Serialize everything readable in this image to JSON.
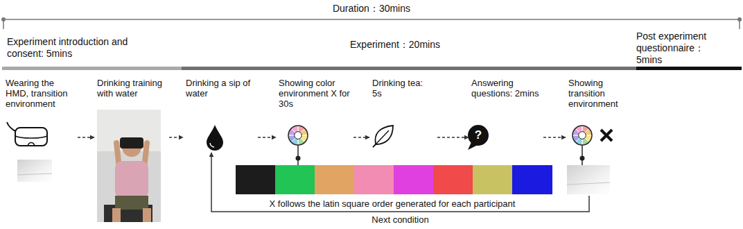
{
  "diagram": {
    "title": "Duration：30mins",
    "nodes": [
      {
        "text": [
          "Wearing the HMD, transition environment"
        ]
      },
      {
        "text": [
          "Drinking training with water"
        ]
      },
      {
        "text": [
          "Drinking a sip of water"
        ]
      },
      {
        "text": [
          "Showing color environment X for 30s"
        ]
      },
      {
        "text": [
          "Drinking tea: 5s"
        ]
      },
      {
        "text": [
          "Answering questions: 2mins"
        ]
      },
      {
        "text": [
          "Showing transition environment"
        ]
      }
    ],
    "edges": [
      {
        "from": 0,
        "to": 1,
        "arrow": "to"
      },
      {
        "from": 1,
        "to": 2,
        "arrow": "to"
      },
      {
        "from": 2,
        "to": 3,
        "arrow": "to"
      },
      {
        "from": 3,
        "to": 4,
        "arrow": "to"
      },
      {
        "from": 4,
        "to": 5,
        "arrow": "to"
      },
      {
        "from": 5,
        "to": 6,
        "arrow": "to"
      },
      {
        "from": 6,
        "to": 2,
        "arrow": "to",
        "label": "Next condition"
      }
    ],
    "labels": [
      "Experiment introduction and consent: 5mins",
      "Experiment：20mins",
      "Post experiment questionnaire：5mins",
      "X follows the latin square order generated for each participant",
      "?"
    ]
  }
}
